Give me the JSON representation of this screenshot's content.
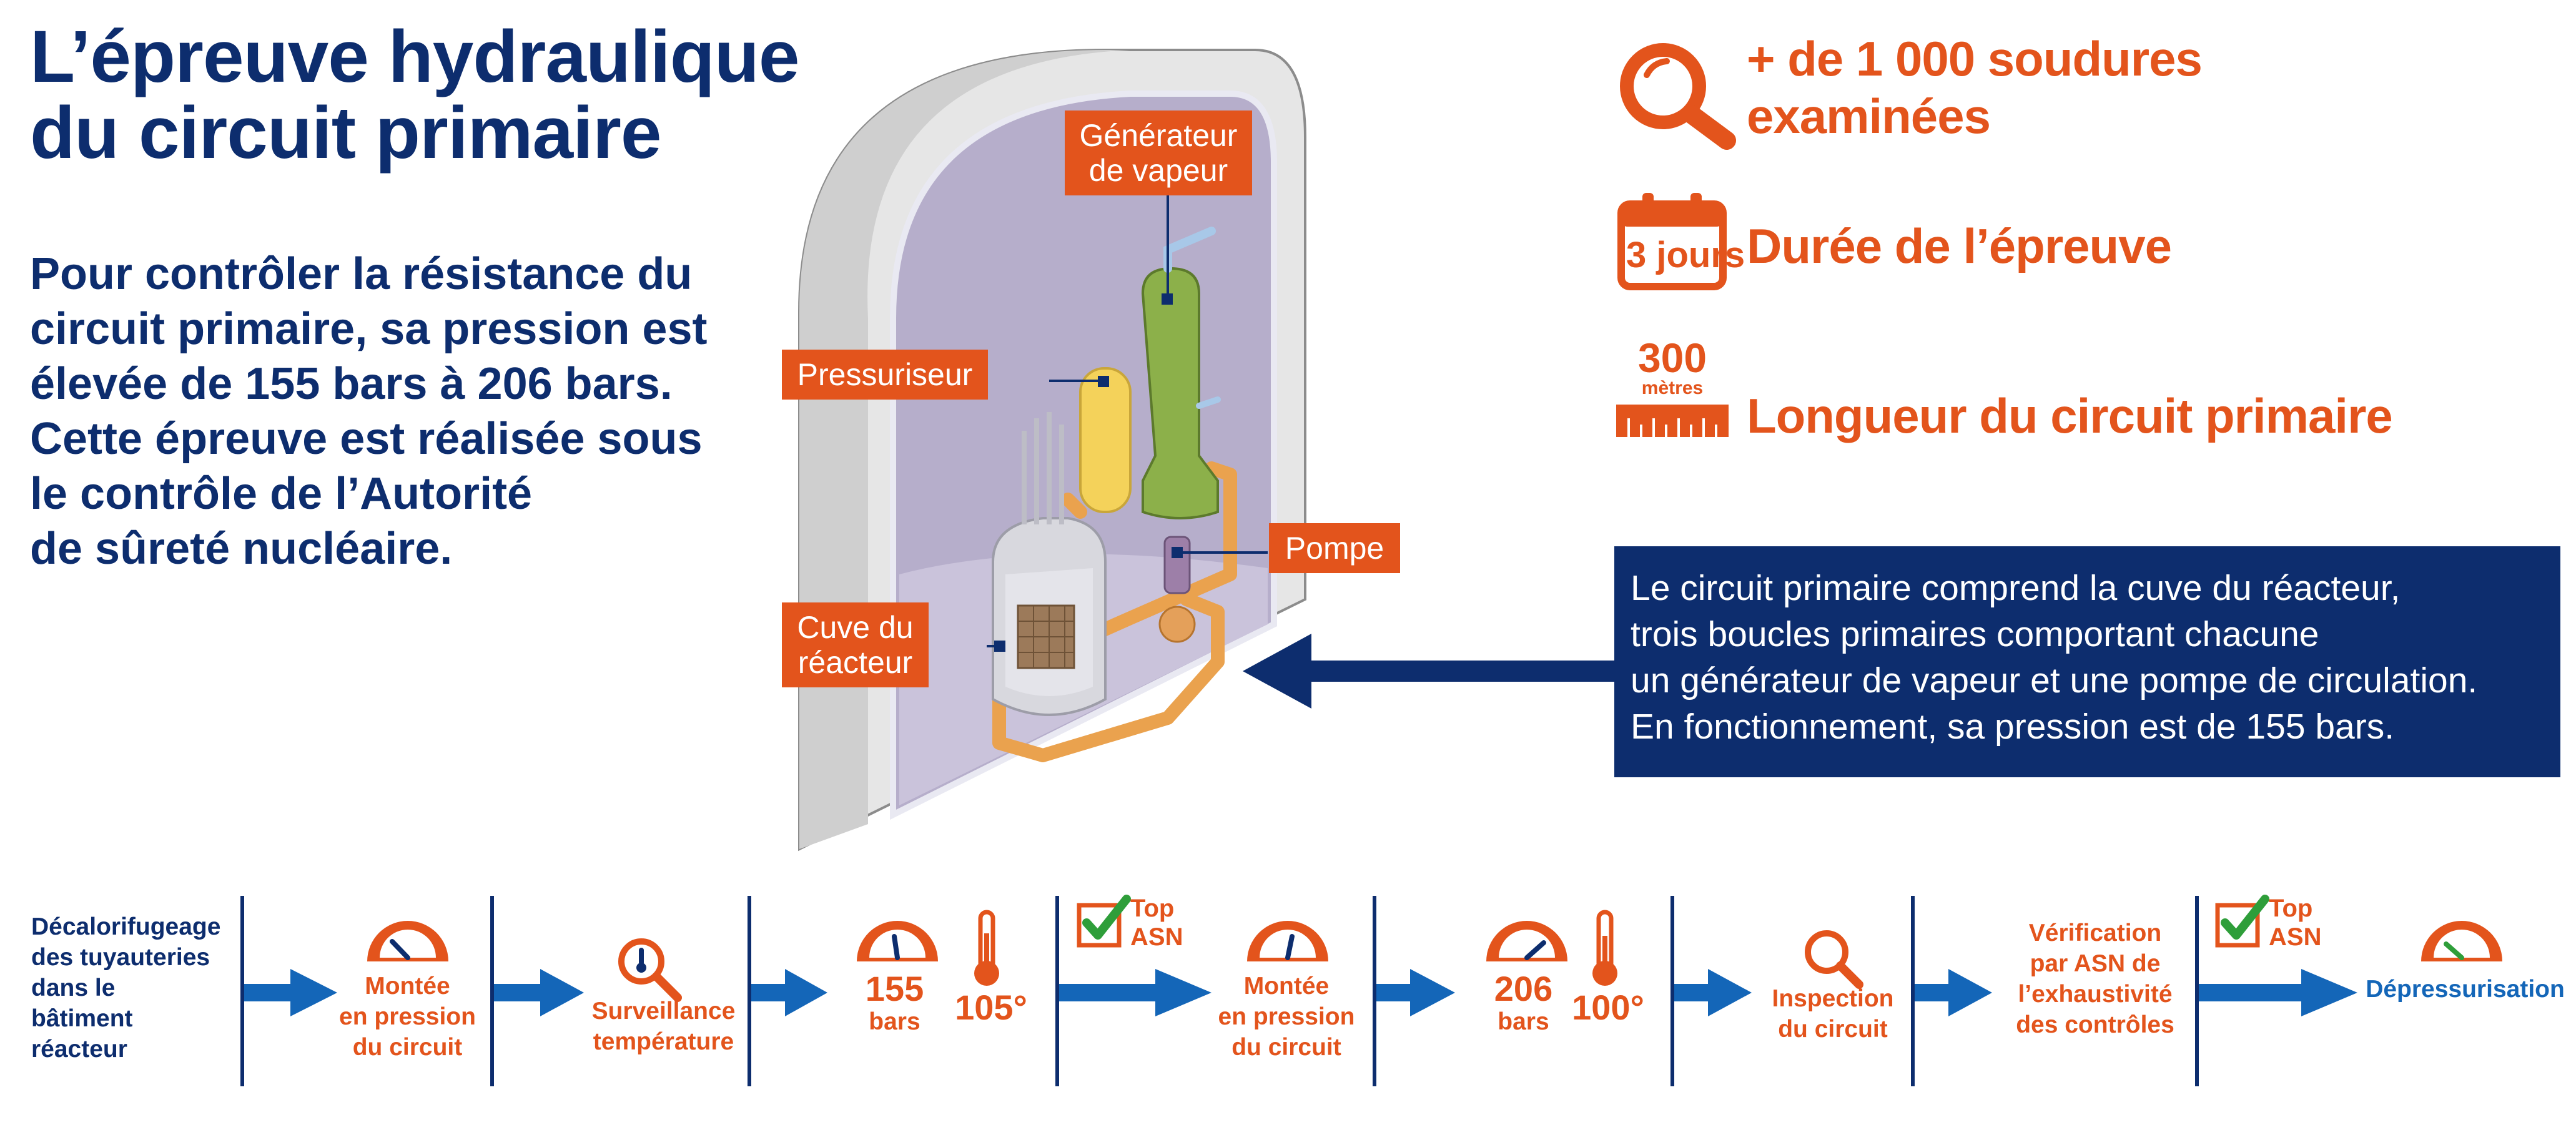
{
  "title": {
    "line1": "L’épreuve hydraulique",
    "line2": "du circuit primaire"
  },
  "intro": {
    "lines": [
      "Pour contrôler la résistance du",
      "circuit primaire, sa pression est",
      "élevée de 155 bars à 206 bars.",
      "Cette épreuve est réalisée sous",
      "le contrôle de l’Autorité",
      "de sûreté nucléaire."
    ]
  },
  "stats": {
    "welds_line1": "+ de 1 000 soudures",
    "welds_line2": "examinées",
    "duration_badge": "3 jours",
    "duration_label": "Durée de l’épreuve",
    "length_number": "300",
    "length_unit": "mètres",
    "length_label": "Longueur du circuit primaire"
  },
  "diagram": {
    "labels": {
      "steam_generator": [
        "Générateur",
        "de vapeur"
      ],
      "pressurizer": "Pressuriseur",
      "pump": "Pompe",
      "vessel": [
        "Cuve du",
        "réacteur"
      ]
    }
  },
  "infobox": {
    "lines": [
      "Le circuit primaire comprend la cuve du réacteur,",
      "trois boucles primaires comportant chacune",
      "un générateur de vapeur et une pompe de circulation.",
      "En fonctionnement, sa pression est de 155 bars."
    ]
  },
  "timeline": {
    "step1": [
      "Décalorifugeage",
      "des tuyauteries",
      "dans le",
      "bâtiment",
      "réacteur"
    ],
    "step2": [
      "Montée",
      "en pression",
      "du circuit"
    ],
    "step3": [
      "Surveillance",
      "température"
    ],
    "step4_pressure": "155",
    "step4_unit": "bars",
    "step4_temp": "105°",
    "top_asn": [
      "Top",
      "ASN"
    ],
    "step5": [
      "Montée",
      "en pression",
      "du circuit"
    ],
    "step6_pressure": "206",
    "step6_unit": "bars",
    "step6_temp": "100°",
    "step7": [
      "Inspection",
      "du circuit"
    ],
    "step8": [
      "Vérification",
      "par ASN de",
      "l’exhaustivité",
      "des contrôles"
    ],
    "step9": "Dépressurisation"
  },
  "colors": {
    "navy": "#0d2d6e",
    "orange": "#e3541c",
    "arrow_blue": "#1466b8",
    "check_green": "#2e9e3a"
  }
}
